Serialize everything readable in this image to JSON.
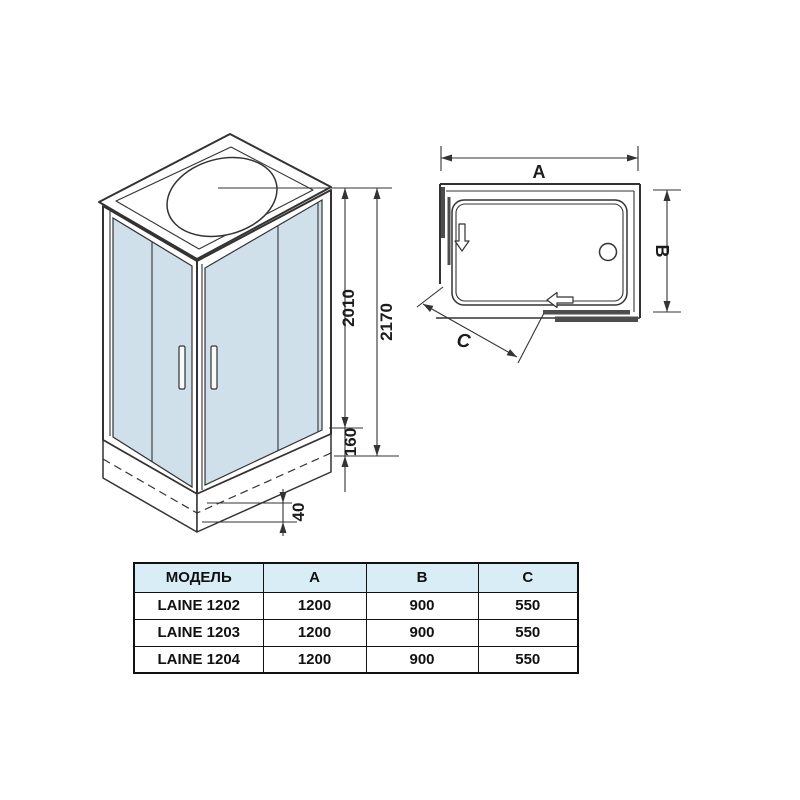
{
  "iso": {
    "dims": {
      "door_height": "2010",
      "total_height": "2170",
      "tray_height": "160",
      "tray_edge": "40"
    }
  },
  "plan": {
    "labels": {
      "width": "A",
      "depth": "B",
      "entry": "C"
    }
  },
  "table": {
    "headers": [
      "МОДЕЛЬ",
      "A",
      "B",
      "C"
    ],
    "rows": [
      {
        "model": "LAINE 1202",
        "a": "1200",
        "b": "900",
        "c": "550"
      },
      {
        "model": "LAINE 1203",
        "a": "1200",
        "b": "900",
        "c": "550"
      },
      {
        "model": "LAINE 1204",
        "a": "1200",
        "b": "900",
        "c": "550"
      }
    ]
  },
  "colors": {
    "line": "#333333",
    "glass": "#cfe0ea",
    "door_bar": "#4d4d4d",
    "header_bg": "#d9edf7"
  }
}
